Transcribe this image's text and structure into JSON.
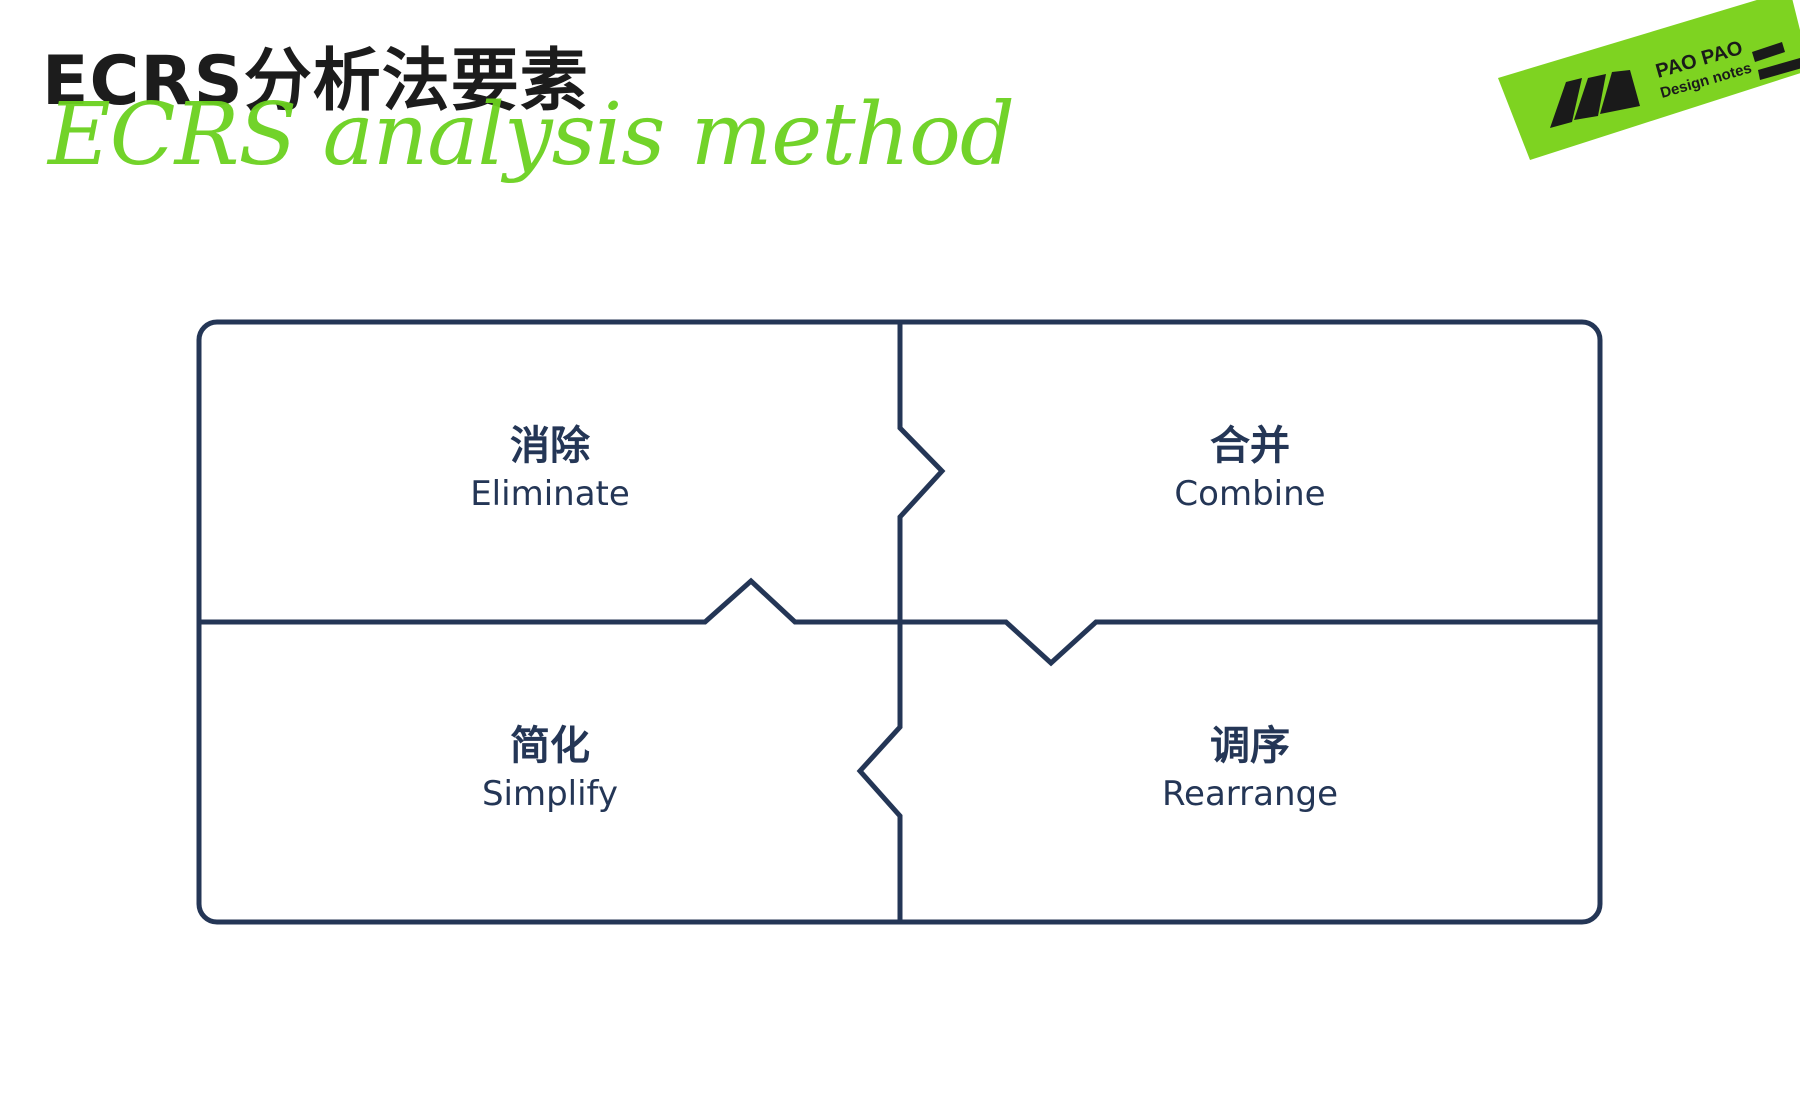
{
  "title": {
    "cn": "ECRS分析法要素",
    "en": "ECRS analysis method"
  },
  "logo": {
    "name": "PAO PAO",
    "tagline": "Design notes",
    "color": "#7ed321"
  },
  "colors": {
    "accent_green": "#6bd11f",
    "line": "#243656",
    "title_text": "#1c1c1c"
  },
  "cells": [
    {
      "cn": "消除",
      "en": "Eliminate"
    },
    {
      "cn": "合并",
      "en": "Combine"
    },
    {
      "cn": "简化",
      "en": "Simplify"
    },
    {
      "cn": "调序",
      "en": "Rearrange"
    }
  ]
}
